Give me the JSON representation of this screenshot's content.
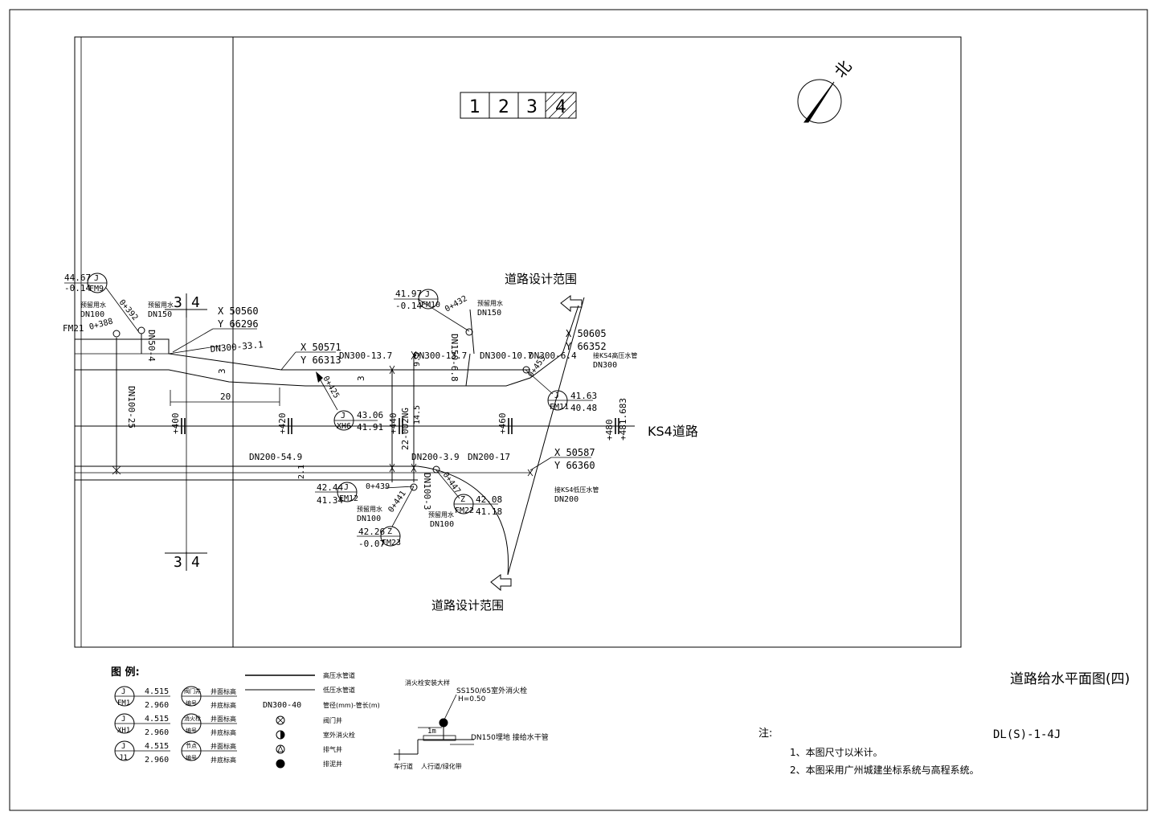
{
  "title": "道路给水平面图(四)",
  "drawing_no": "DL(S)-1-4J",
  "road_name": "KS4道路",
  "north_label": "北",
  "key_plan": [
    "1",
    "2",
    "3",
    "4"
  ],
  "design_boundary_label": "道路设计范围",
  "section_mark": {
    "left": "3",
    "right": "4"
  },
  "stations": [
    "+400",
    "+420",
    "+440",
    "+460",
    "+480",
    "+481.683"
  ],
  "coords": [
    {
      "x": "X 50560",
      "y": "Y 66296"
    },
    {
      "x": "X 50571",
      "y": "Y 66313"
    },
    {
      "x": "X 50605",
      "y": "Y 66352"
    },
    {
      "x": "X 50587",
      "y": "Y 66360"
    }
  ],
  "pipes": {
    "dn300_1": "DN300-33.1",
    "dn300_2": "DN300-13.7",
    "dn300_3": "DN300-13.7",
    "dn300_4": "DN300-10.7",
    "dn300_5": "DN300-6.4",
    "dn200_1": "DN200-54.9",
    "dn200_2": "DN200-3.9",
    "dn200_3": "DN200-17",
    "dn100_25": "DN100-25",
    "dn50_4": "DN50-4",
    "dn150_6": "DN150-6.8",
    "dn100_3": "DN100-3",
    "dn200_22": "22-002NG",
    "dn100_side": "DN100",
    "dn150_side": "DN150",
    "dn300_side": "DN300",
    "dn200_side": "DN200"
  },
  "dims": {
    "d20": "20",
    "d3a": "3",
    "d3b": "3",
    "d2_1": "2.1",
    "d14_5": "14.5",
    "d9_5": "9.5"
  },
  "chainages": {
    "c392": "0+392",
    "c388": "0+388",
    "c425": "0+425",
    "c432": "0+432",
    "c453": "0+453",
    "c439": "0+439",
    "c441": "0+441",
    "c447": "0+447"
  },
  "wells": [
    {
      "code": "FM9",
      "type": "J",
      "top": "44.67",
      "bot": "-0.14"
    },
    {
      "code": "FM21",
      "type": "",
      "top": "",
      "bot": ""
    },
    {
      "code": "FM10",
      "type": "J",
      "top": "41.97",
      "bot": "-0.14"
    },
    {
      "code": "XH6",
      "type": "J",
      "top": "43.06",
      "bot": "41.91"
    },
    {
      "code": "FM11",
      "type": "J",
      "top": "41.63",
      "bot": "40.48"
    },
    {
      "code": "FM12",
      "type": "J",
      "top": "42.44",
      "bot": "41.34"
    },
    {
      "code": "FM22",
      "type": "Z",
      "top": "42.08",
      "bot": "41.18"
    },
    {
      "code": "FM23",
      "type": "Z",
      "top": "42.26",
      "bot": "-0.07"
    }
  ],
  "small_notes": {
    "reserve_water": "预留用水",
    "reserve_fire": "预留用水",
    "connect_ks4_high": "接KS4高压水管",
    "connect_ks4_low": "接KS4低压水管",
    "reserve_water2": "预留用水",
    "reserve_water3": "预留用水"
  },
  "legend": {
    "heading": "图 例:",
    "rows": [
      {
        "type": "J",
        "code": "FM1",
        "top": "4.515",
        "bot": "2.960",
        "name1": "阀门井",
        "name2": "编号",
        "desc1": "井面标高",
        "desc2": "井底标高"
      },
      {
        "type": "J",
        "code": "XH1",
        "top": "4.515",
        "bot": "2.960",
        "name1": "消火栓",
        "name2": "编号",
        "desc1": "井面标高",
        "desc2": "井底标高"
      },
      {
        "type": "J",
        "code": "J1",
        "top": "4.515",
        "bot": "2.960",
        "name1": "节点",
        "name2": "编号",
        "desc1": "井面标高",
        "desc2": "井底标高"
      }
    ],
    "line_items": [
      {
        "label": "高压水管道"
      },
      {
        "label": "低压水管道"
      }
    ],
    "pipe_spec": {
      "sample": "DN300-40",
      "desc": "管径(mm)-管长(m)"
    },
    "symbols": [
      "阀门井",
      "室外消火栓",
      "排气井",
      "排泥井"
    ]
  },
  "hydrant_detail": {
    "title": "消火栓安装大样",
    "spec": "SS150/65室外消火栓",
    "height": "H=0.50",
    "width": "1m",
    "pipe": "DN150埋地 接给水干管",
    "left": "车行道",
    "right": "人行道/绿化带"
  },
  "notes": {
    "heading": "注:",
    "items": [
      "1、本图尺寸以米计。",
      "2、本图采用广州城建坐标系统与高程系统。"
    ]
  }
}
